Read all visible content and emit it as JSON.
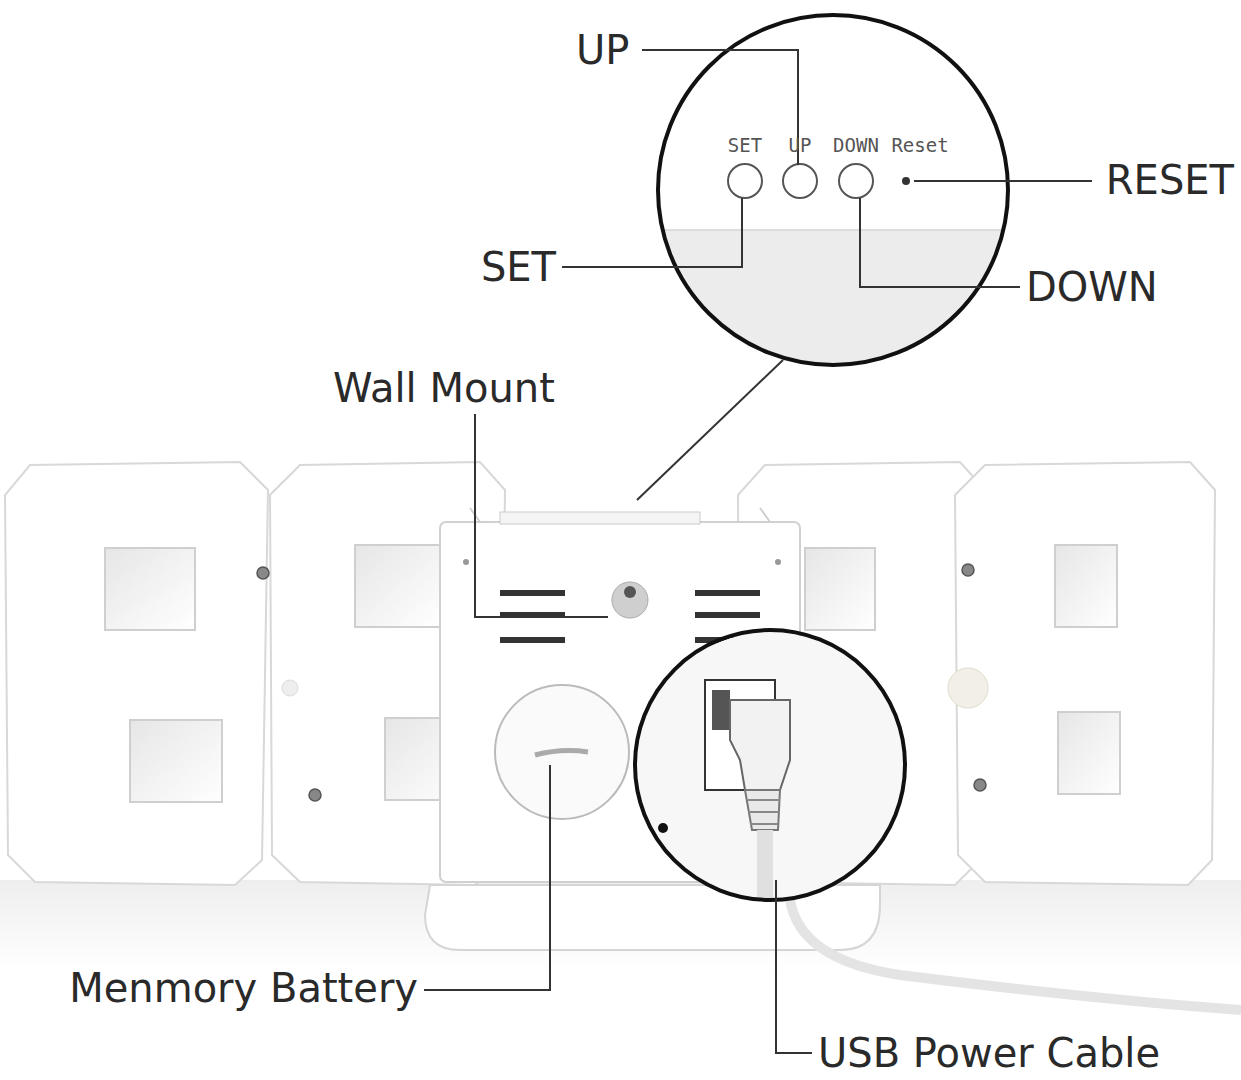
{
  "diagram": {
    "labels": [
      "UP",
      "SET",
      "UP",
      "DOWN",
      "Reset",
      "RESET",
      "SET",
      "DOWN",
      "Wall Mount",
      "Menmory Battery",
      "USB Power Cable"
    ]
  }
}
